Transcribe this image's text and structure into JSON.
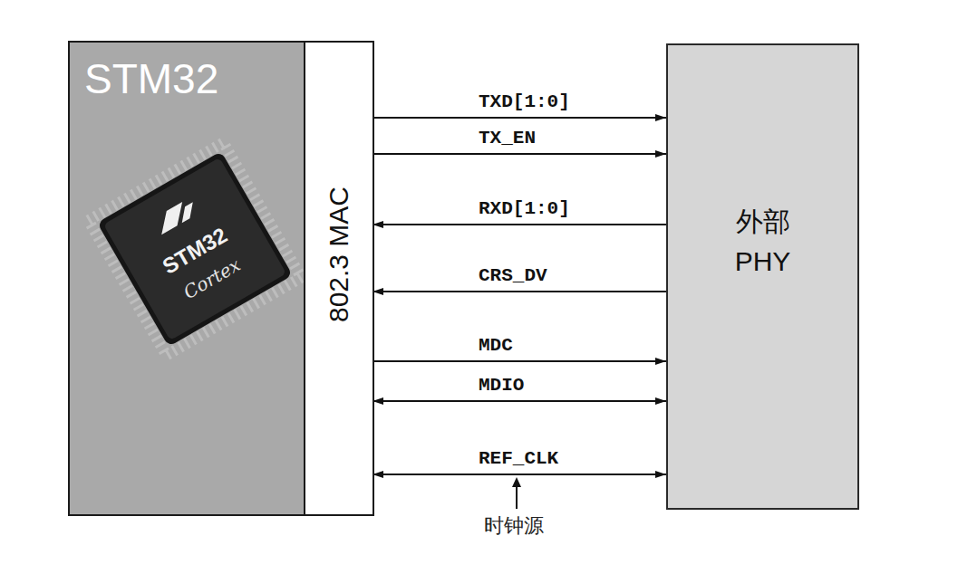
{
  "diagram": {
    "nodes": [
      {
        "text": [
          "STM32"
        ]
      },
      {
        "text": [
          "802.3 MAC"
        ],
        "in": 0
      },
      {
        "text": [
          "外部 PHY"
        ]
      }
    ],
    "edges": [
      {
        "from": 1,
        "to": 2,
        "arrow": "to",
        "label": "TXD[1:0]"
      },
      {
        "from": 1,
        "to": 2,
        "arrow": "to",
        "label": "TX_EN"
      },
      {
        "from": 2,
        "to": 1,
        "arrow": "to",
        "label": "RXD[1:0]"
      },
      {
        "from": 2,
        "to": 1,
        "arrow": "to",
        "label": "CRS_DV"
      },
      {
        "from": 1,
        "to": 2,
        "arrow": "to",
        "label": "MDC"
      },
      {
        "from": 1,
        "to": 2,
        "arrow": "both",
        "label": "MDIO"
      },
      {
        "from": 1,
        "to": 2,
        "arrow": "both",
        "label": "REF_CLK"
      }
    ],
    "labels": [
      "STM32",
      "Cortex",
      "时钟源"
    ]
  }
}
